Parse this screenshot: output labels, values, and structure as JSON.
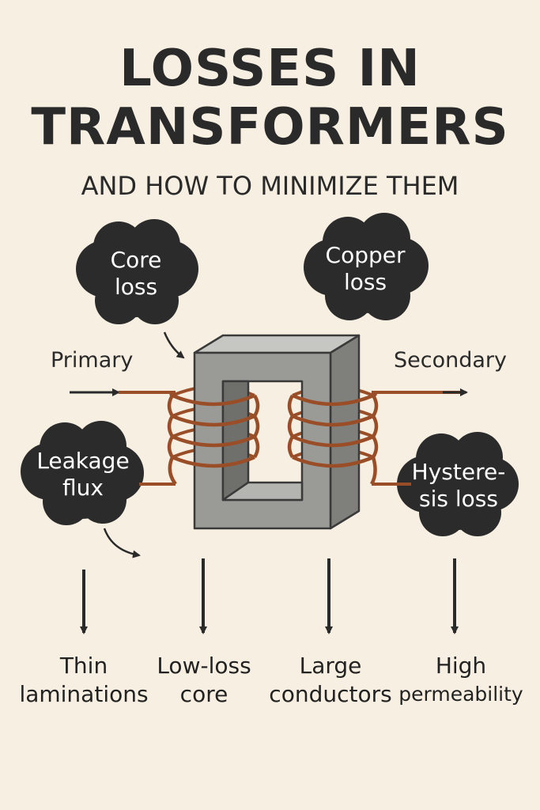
{
  "title": {
    "line1": "LOSSES IN",
    "line2": "TRANSFORMERS"
  },
  "subtitle": "AND HOW TO MINIMIZE THEM",
  "labels": {
    "primary": "Primary",
    "secondary": "Secondary"
  },
  "clouds": {
    "core_loss": {
      "line1": "Core",
      "line2": "loss"
    },
    "copper_loss": {
      "line1": "Copper",
      "line2": "loss"
    },
    "leakage_flux": {
      "line1": "Leakage",
      "line2": "flux"
    },
    "hysteresis_loss": {
      "line1": "Hystere-",
      "line2": "sis loss"
    }
  },
  "solutions": [
    {
      "line1": "Thin",
      "line2": "laminations"
    },
    {
      "line1": "Low-loss",
      "line2": "core"
    },
    {
      "line1": "Large",
      "line2": "conductors"
    },
    {
      "line1": "High",
      "line2": "permeability"
    }
  ],
  "colors": {
    "background": "#f7efe1",
    "cloud": "#2b2b2b",
    "core": "#9a9b97",
    "winding": "#9a4e28"
  }
}
